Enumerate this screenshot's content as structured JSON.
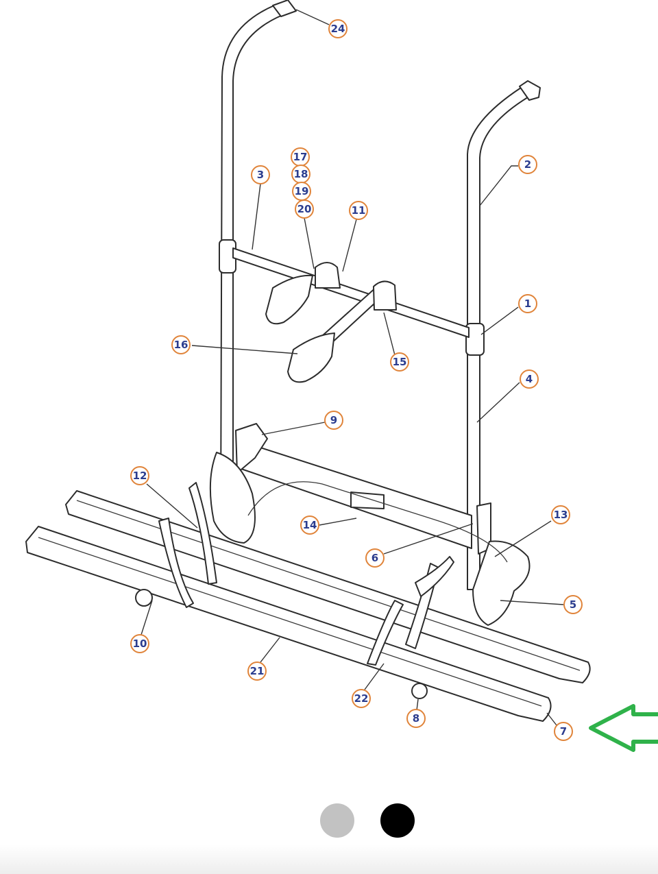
{
  "colors": {
    "callout_ring": "#e0843a",
    "callout_text": "#2b3d8f",
    "arrow": "#2fb24a",
    "dot_inactive": "#c2c2c2",
    "dot_active": "#000000"
  },
  "diagram": {
    "callouts": [
      "24",
      "2",
      "3",
      "17",
      "18",
      "19",
      "20",
      "11",
      "1",
      "16",
      "15",
      "4",
      "9",
      "12",
      "14",
      "13",
      "6",
      "5",
      "10",
      "21",
      "22",
      "8",
      "7"
    ],
    "pointer_icon": "arrow-left-icon"
  },
  "pagination": {
    "dots": [
      {
        "state": "inactive"
      },
      {
        "state": "active"
      }
    ]
  }
}
